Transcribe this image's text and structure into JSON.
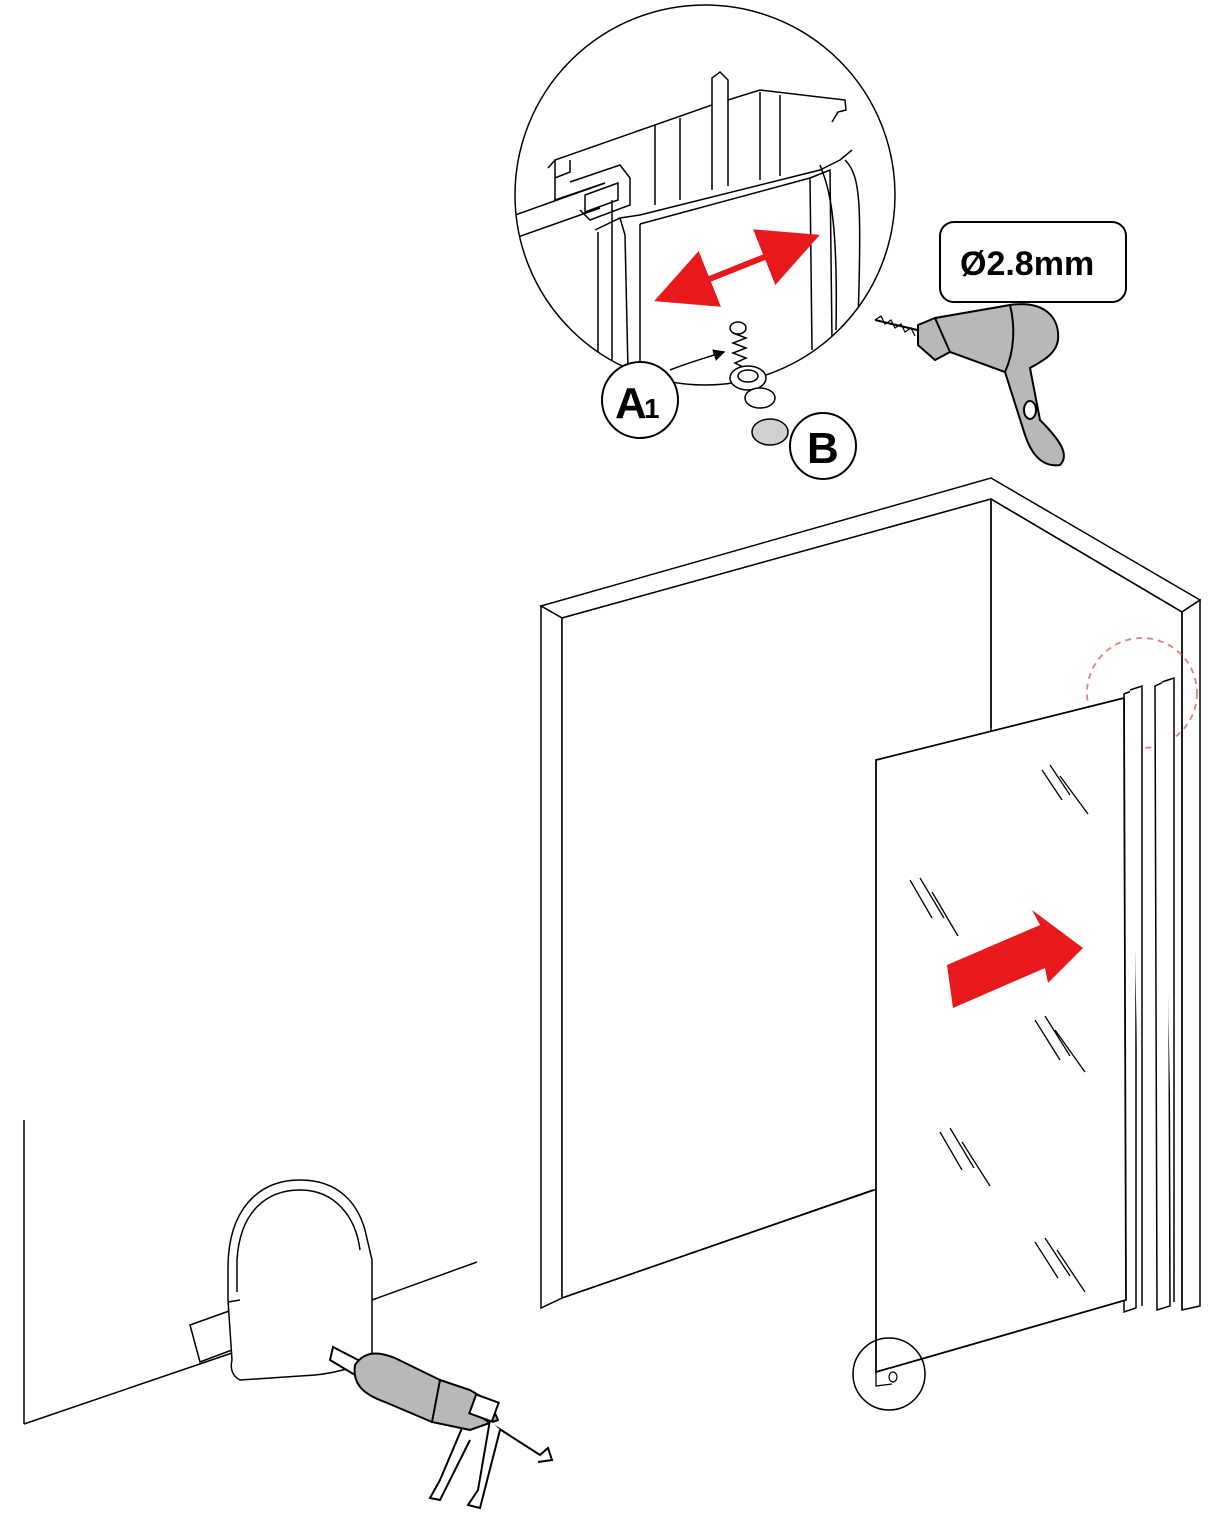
{
  "labels": {
    "screw_label_main": "A",
    "screw_label_sub": "1",
    "cap_label": "B",
    "drill_spec": "Ø2.8mm"
  },
  "colors": {
    "line": "#000000",
    "arrow": "#e8191c",
    "detail_circle_dashed": "#e08080",
    "tool_gray": "#b8b8b8",
    "background": "#ffffff"
  },
  "icons": {
    "drill": "drill-icon",
    "caulk_gun": "caulk-gun-icon",
    "screw": "screw-icon",
    "cap": "cover-cap-icon"
  }
}
